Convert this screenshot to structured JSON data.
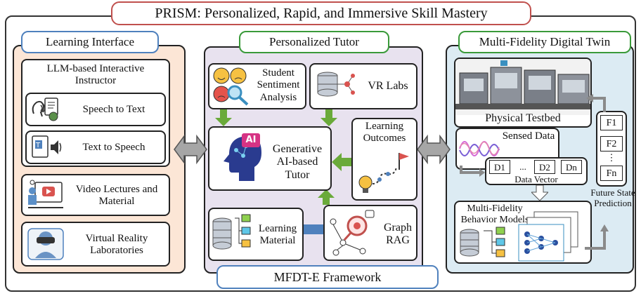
{
  "title": "PRISM: Personalized, Rapid, and Immersive Skill Mastery",
  "left_panel": {
    "label": "Learning Interface",
    "instructor_title": "LLM-based Interactive Instructor",
    "items": [
      "Speech to Text",
      "Text to Speech",
      "Video Lectures and Material",
      "Virtual Reality Laboratories"
    ]
  },
  "mid_panel": {
    "label": "Personalized Tutor",
    "sentiment": "Student Sentiment Analysis",
    "vr_labs": "VR Labs",
    "tutor": "Generative AI-based Tutor",
    "tutor_badge": "AI",
    "outcomes": "Learning Outcomes",
    "material": "Learning Material",
    "graph_rag": "Graph RAG"
  },
  "right_panel": {
    "label": "Multi-Fidelity Digital Twin",
    "testbed": "Physical Testbed",
    "sensed": "Sensed Data",
    "vector_label": "Data Vector",
    "vector": [
      "D1",
      "...",
      "D2",
      "Dn"
    ],
    "models": "Multi-Fidelity Behavior Models",
    "future_f": [
      "F1",
      "F2",
      "⋮",
      "Fn"
    ],
    "future_label": "Future State Prediction"
  },
  "footer": "MFDT-E Framework",
  "colors": {
    "title_border": "#c0504d",
    "blue": "#4f81bd",
    "green": "#3a9a3a",
    "left_bg": "#fce6d6",
    "mid_bg": "#e8e2ef",
    "right_bg": "#dcebf3"
  }
}
